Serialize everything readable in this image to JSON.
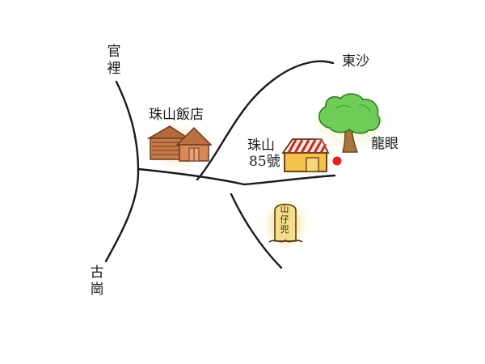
{
  "labels": {
    "guanli": "官裡",
    "gugang": "古崗",
    "dongsha": "東沙",
    "hotel": "珠山飯店",
    "zhushan": "珠山",
    "house_number": "85號",
    "longyan": "龍眼",
    "shrine": "山仔兜"
  },
  "icons": {
    "hotel": "log-cabin-icon",
    "house": "striped-awning-house-icon",
    "tree": "longan-tree-icon",
    "marker": "location-dot-icon",
    "shrine": "stone-tablet-icon"
  },
  "colors": {
    "road": "#1a1a1a",
    "marker": "#e0202a",
    "tree_canopy": "#6fcc58",
    "tree_trunk": "#a8763a",
    "house_wall": "#f2c24a",
    "house_awning": "#c1282e",
    "cabin_wood": "#c77b4a",
    "shrine_stone": "#f6dd8a",
    "glow": "#f5cf72"
  }
}
